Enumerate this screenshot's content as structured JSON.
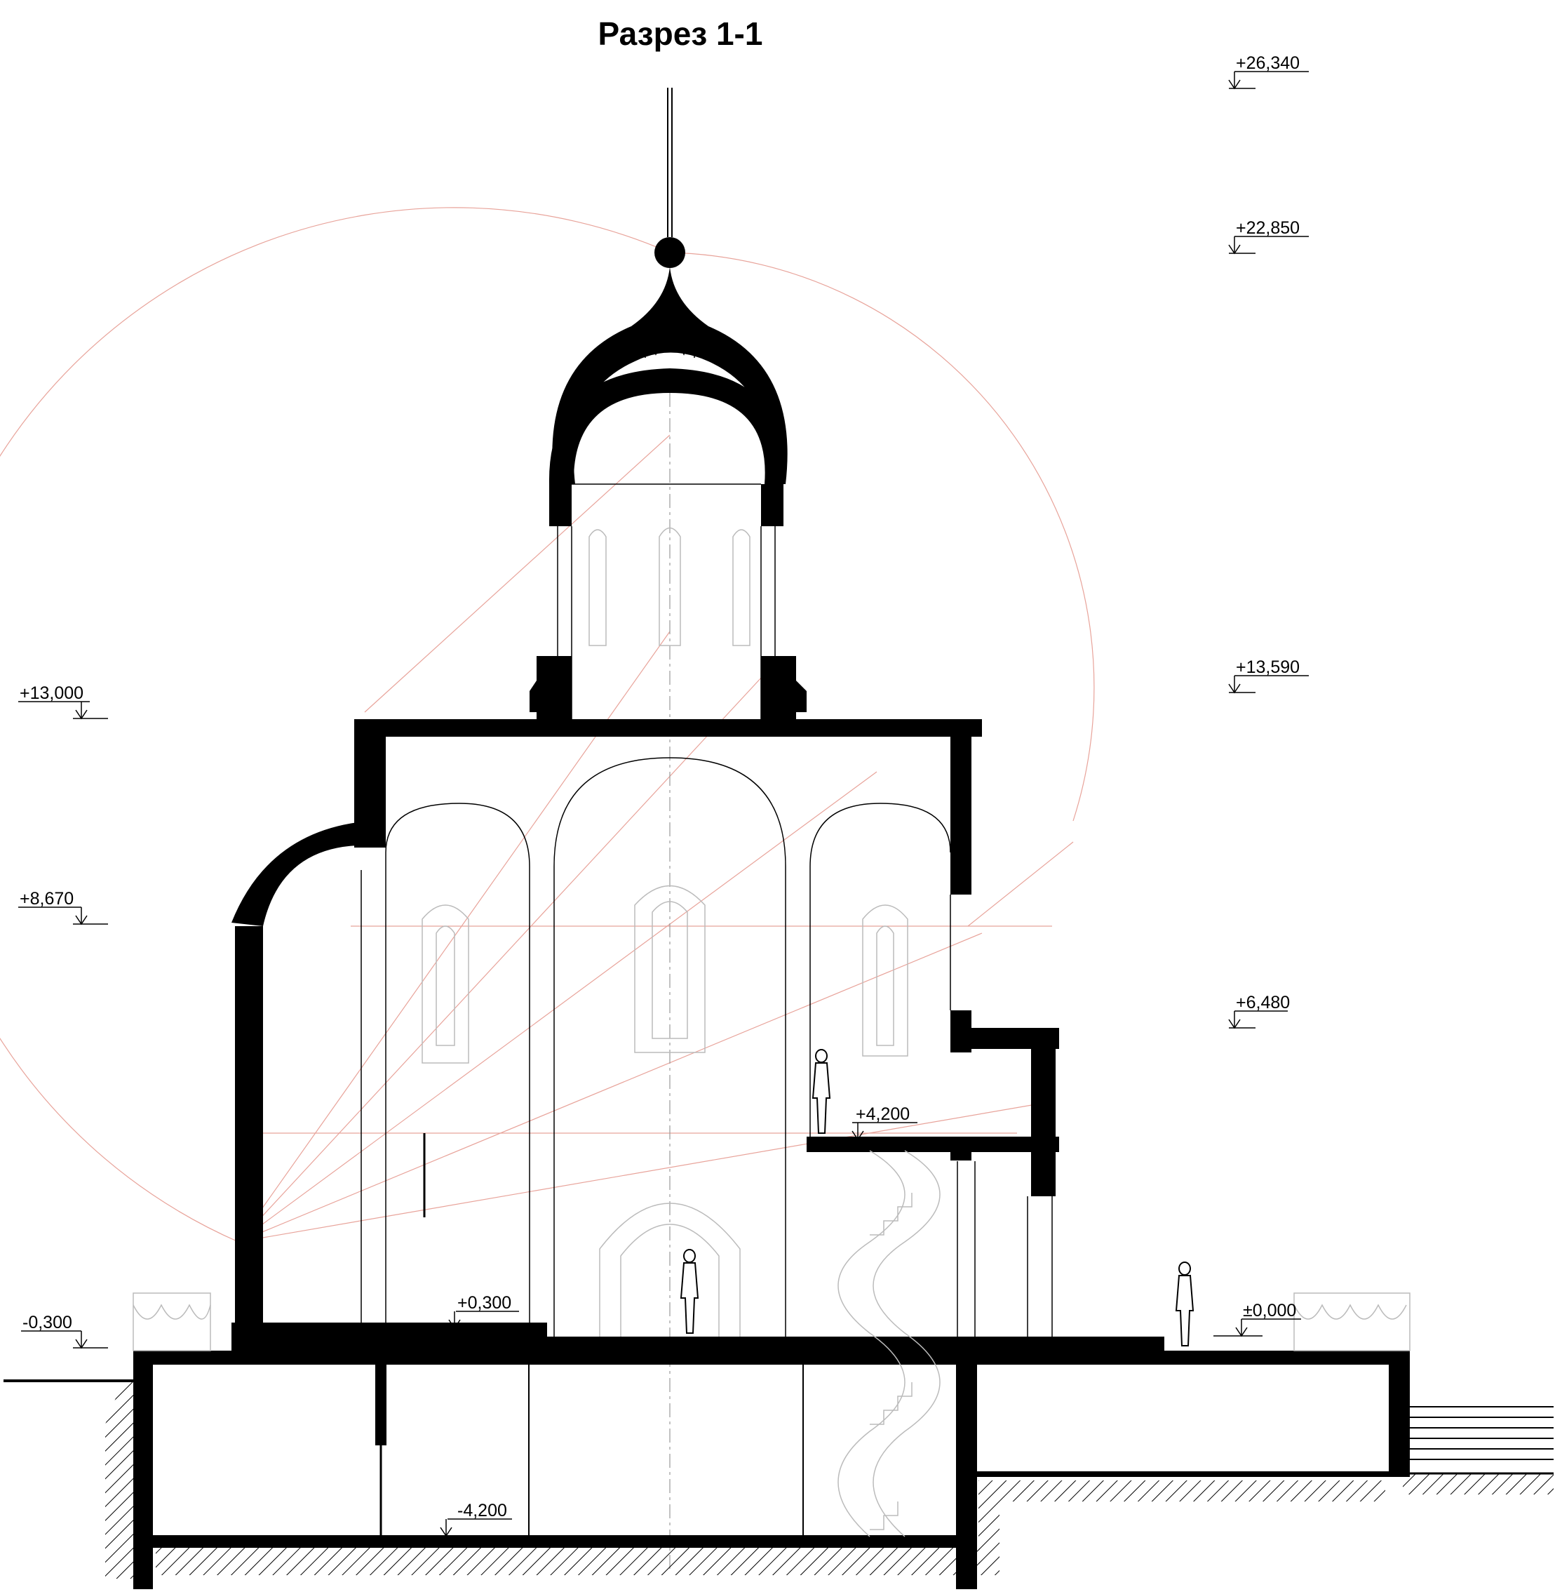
{
  "title": "Разрез 1-1",
  "levels": {
    "l26340": "+26,340",
    "l22850": "+22,850",
    "l13590": "+13,590",
    "l13000": "+13,000",
    "l8670": "+8,670",
    "l6480": "+6,480",
    "l4200": "+4,200",
    "l0300p": "+0,300",
    "l0300m": "-0,300",
    "l0000": "±0,000",
    "l4200m": "-4,200"
  },
  "colors": {
    "wall": "#000000",
    "line": "#000000",
    "construction": "#e8a39a",
    "detail": "#bbbbbb"
  }
}
